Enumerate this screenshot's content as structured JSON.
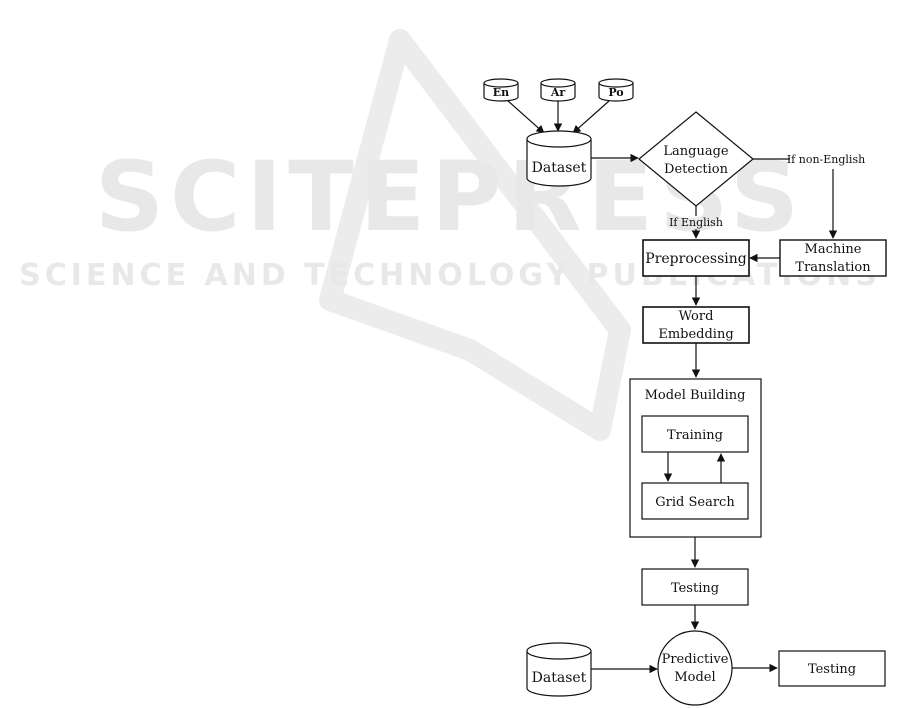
{
  "watermark": {
    "line1": "SCITEPRESS",
    "line2": "SCIENCE AND TECHNOLOGY PUBLICATIONS",
    "color": "#e6e6e6"
  },
  "diagram": {
    "sources": [
      "En",
      "Ar",
      "Po"
    ],
    "dataset": "Dataset",
    "language_detection": [
      "Language",
      "Detection"
    ],
    "if_non_english": "If non-English",
    "if_english": "If English",
    "machine_translation": [
      "Machine",
      "Translation"
    ],
    "preprocessing": "Preprocessing",
    "word_embedding": [
      "Word",
      "Embedding"
    ],
    "model_building": "Model Building",
    "training": "Training",
    "grid_search": "Grid Search",
    "testing": "Testing",
    "dataset_bottom": "Dataset",
    "predictive_model": [
      "Predictive",
      "Model"
    ],
    "testing_out": "Testing"
  }
}
